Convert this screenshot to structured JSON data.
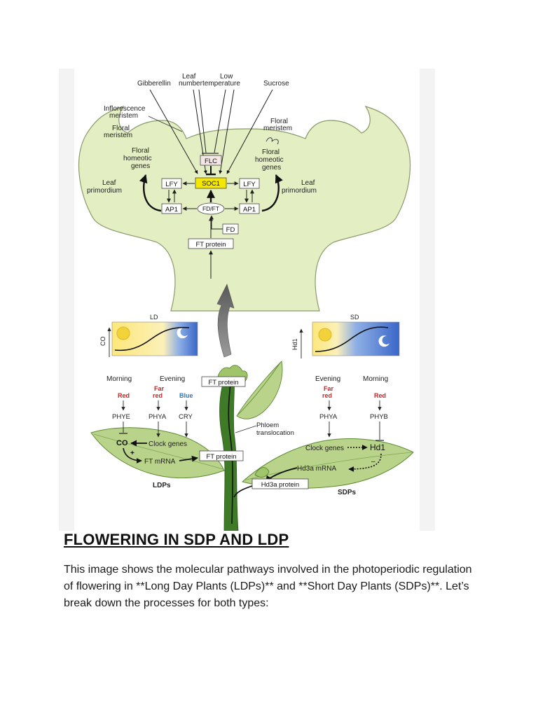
{
  "document": {
    "title": "FLOWERING IN SDP AND LDP",
    "paragraph": "This image shows the molecular pathways involved in the photoperiodic regulation of flowering in **Long Day Plants (LDPs)** and **Short Day Plants (SDPs)**. Let’s break down the processes for both types:"
  },
  "figure": {
    "inputs": {
      "gibberellin": "Gibberellin",
      "leaf_number_1": "Leaf",
      "leaf_number_2": "number",
      "low_temp_1": "Low",
      "low_temp_2": "temperature",
      "sucrose": "Sucrose"
    },
    "apex": {
      "inflorescence_1": "Inflorescence",
      "inflorescence_2": "meristem",
      "floral_meristem_left_1": "Floral",
      "floral_meristem_left_2": "meristem",
      "floral_meristem_right_1": "Floral",
      "floral_meristem_right_2": "meristem",
      "homeotic_left_1": "Floral",
      "homeotic_left_2": "homeotic",
      "homeotic_left_3": "genes",
      "homeotic_right_1": "Floral",
      "homeotic_right_2": "homeotic",
      "homeotic_right_3": "genes",
      "leaf_prim_left_1": "Leaf",
      "leaf_prim_left_2": "primordium",
      "leaf_prim_right_1": "Leaf",
      "leaf_prim_right_2": "primordium",
      "flc": "FLC",
      "soc1": "SOC1",
      "lfy_left": "LFY",
      "lfy_right": "LFY",
      "ap1_left": "AP1",
      "ap1_right": "AP1",
      "fd_ft": "FD/FT",
      "fd": "FD",
      "ft_protein": "FT protein"
    },
    "ld_panel": {
      "label": "LD",
      "axis": "CO"
    },
    "sd_panel": {
      "label": "SD",
      "axis": "Hd1"
    },
    "ldp": {
      "morning": "Morning",
      "evening": "Evening",
      "red": "Red",
      "far_red_1": "Far",
      "far_red_2": "red",
      "blue": "Blue",
      "phye": "PHYE",
      "phya": "PHYA",
      "cry": "CRY",
      "co": "CO",
      "clock_genes": "Clock genes",
      "plus": "+",
      "ft_mrna": "FT mRNA",
      "ft_protein": "FT protein",
      "label": "LDPs"
    },
    "stem": {
      "ft_protein_top": "FT protein",
      "phloem_1": "Phloem",
      "phloem_2": "translocation"
    },
    "sdp": {
      "evening": "Evening",
      "morning": "Morning",
      "far_red_1": "Far",
      "far_red_2": "red",
      "red": "Red",
      "phya": "PHYA",
      "phyb": "PHYB",
      "clock_genes": "Clock genes",
      "hd1": "Hd1",
      "minus": "–",
      "hd3a_mrna": "Hd3a mRNA",
      "hd3a_protein": "Hd3a protein",
      "label": "SDPs"
    },
    "colors": {
      "tissue": "#e3eec2",
      "tissue_edge": "#8a9a6a",
      "leaf": "#b9d48a",
      "leaf_dark": "#5c8a34",
      "stem": "#3f7a26",
      "soc1": "#f5e800",
      "red_text": "#d22020",
      "blue_text": "#2c79c9",
      "sun": "#f2d23a",
      "night": "#3a66c8"
    }
  }
}
